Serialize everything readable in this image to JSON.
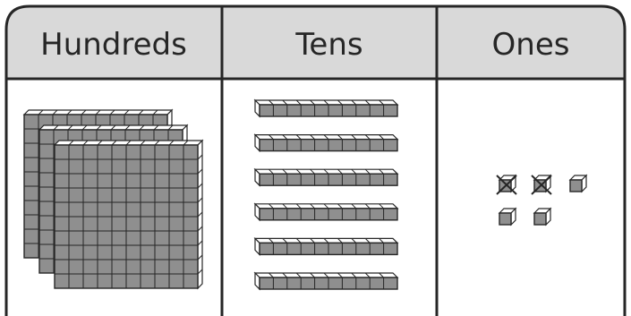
{
  "table": {
    "headers": [
      "Hundreds",
      "Tens",
      "Ones"
    ]
  },
  "hundreds": {
    "count": 3,
    "crossed_out": 0
  },
  "tens": {
    "count": 6,
    "crossed_out": 0
  },
  "ones": {
    "count": 5,
    "crossed_out": 2
  },
  "colors": {
    "header_fill": "#d9d9d9",
    "block_face": "#8f8f8f",
    "block_top": "#ffffff",
    "outline": "#262626"
  }
}
